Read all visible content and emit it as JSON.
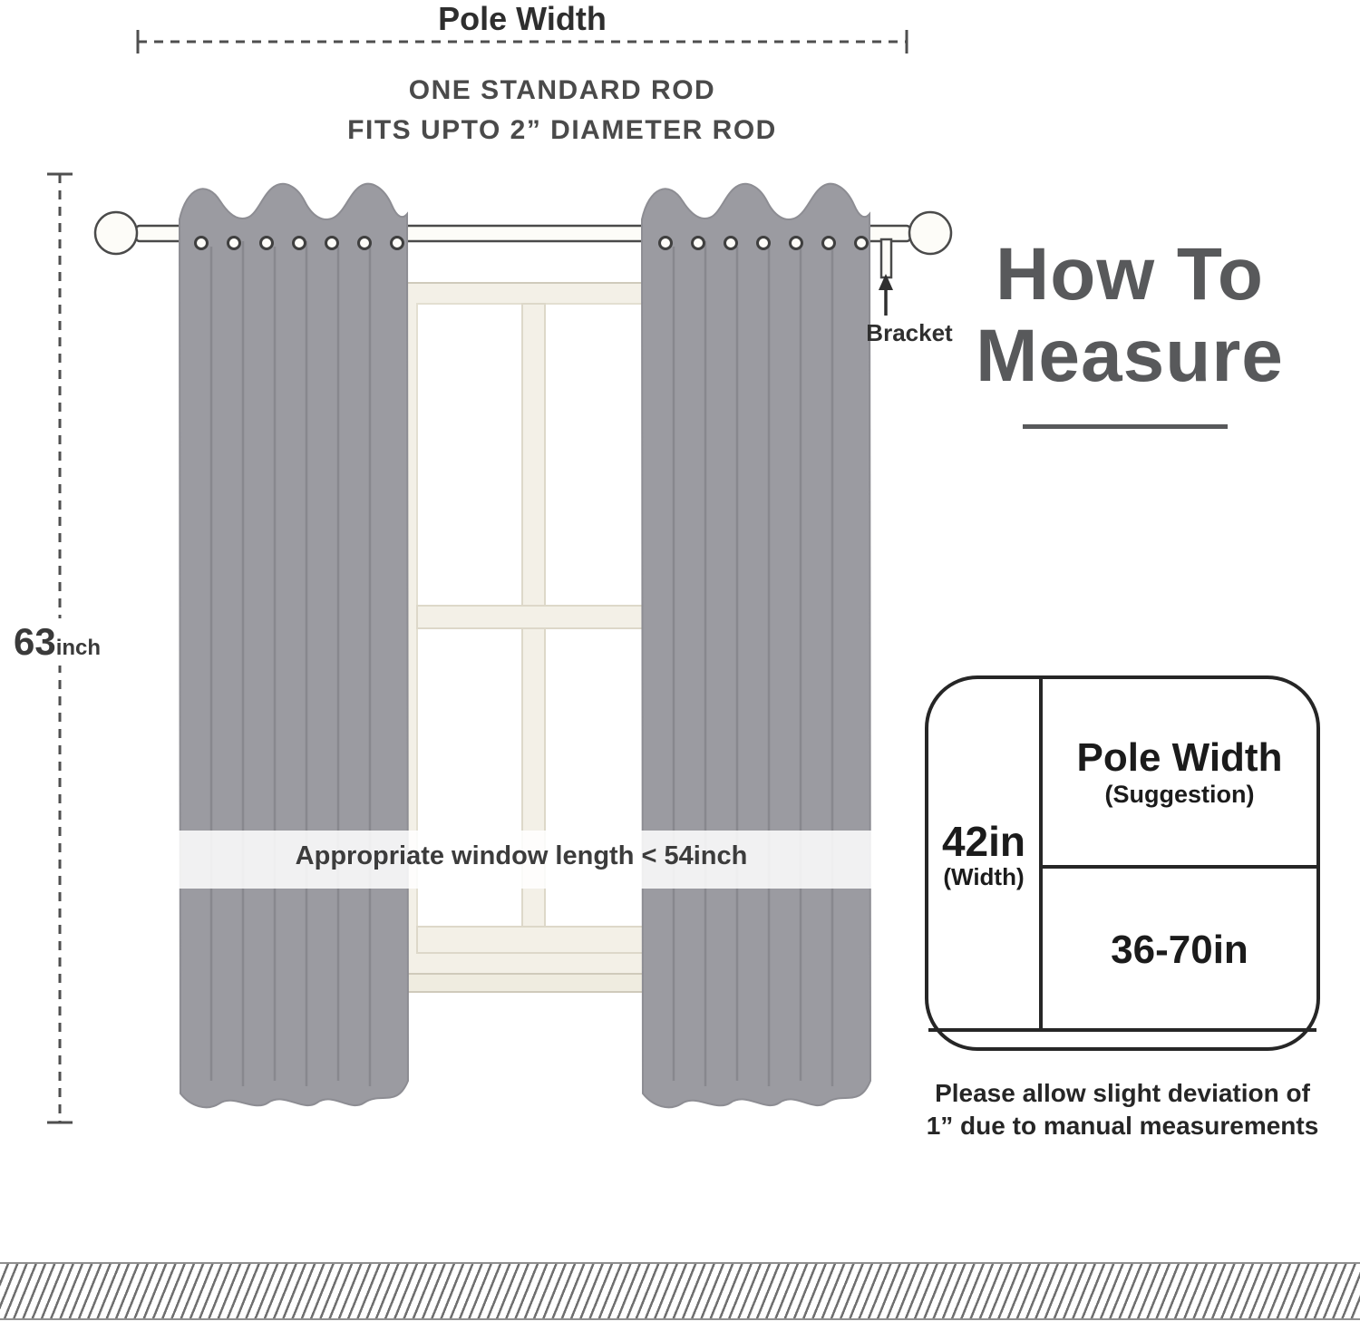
{
  "dimension_top": {
    "label": "Pole Width"
  },
  "rod_note": {
    "line1": "ONE STANDARD ROD",
    "line2": "FITS UPTO 2” DIAMETER ROD"
  },
  "dimension_left": {
    "value": "63",
    "unit": "inch"
  },
  "bracket": {
    "label": "Bracket"
  },
  "window_band": {
    "text": "Appropriate window length < 54inch"
  },
  "heading": {
    "line1": "How To",
    "line2": "Measure"
  },
  "spec_box": {
    "width_value": "42in",
    "width_unit_label": "(Width)",
    "pole_width_title": "Pole Width",
    "pole_width_subtitle": "(Suggestion)",
    "length_range": "36-70in"
  },
  "disclaimer": {
    "line1": "Please allow slight deviation of",
    "line2": "1” due to manual measurements"
  },
  "colors": {
    "curtain": "#9b9ba1",
    "heading": "#58595b",
    "dimension_line": "#4f4f4f",
    "window_frame": "#f3f0e7",
    "box_border": "#262626"
  }
}
